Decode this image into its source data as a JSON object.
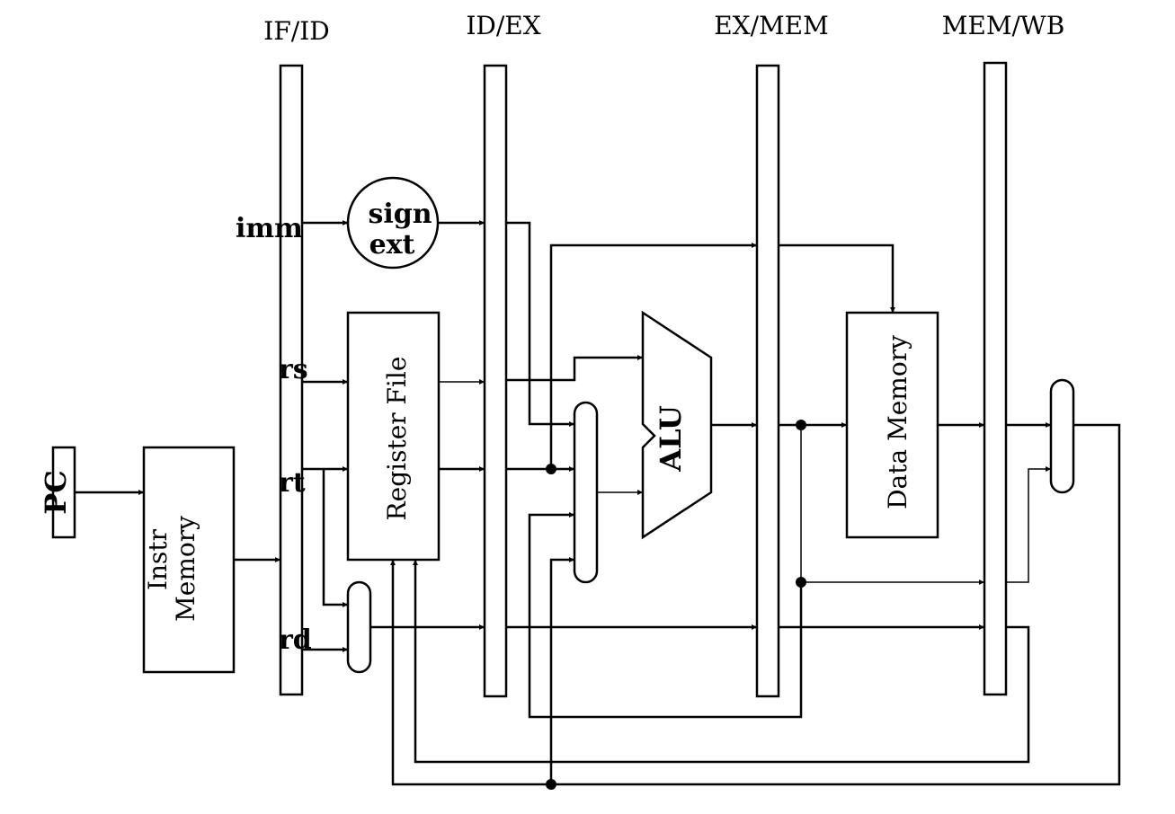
{
  "stages": {
    "if_id": "IF/ID",
    "id_ex": "ID/EX",
    "ex_mem": "EX/MEM",
    "mem_wb": "MEM/WB"
  },
  "signals": {
    "imm": "imm",
    "rs": "rs",
    "rt": "rt",
    "rd": "rd"
  },
  "blocks": {
    "pc": "PC",
    "instr_memory_line1": "Instr",
    "instr_memory_line2": "Memory",
    "sign_ext_line1": "sign",
    "sign_ext_line2": "ext",
    "register_file": "Register File",
    "alu": "ALU",
    "data_memory": "Data Memory"
  }
}
